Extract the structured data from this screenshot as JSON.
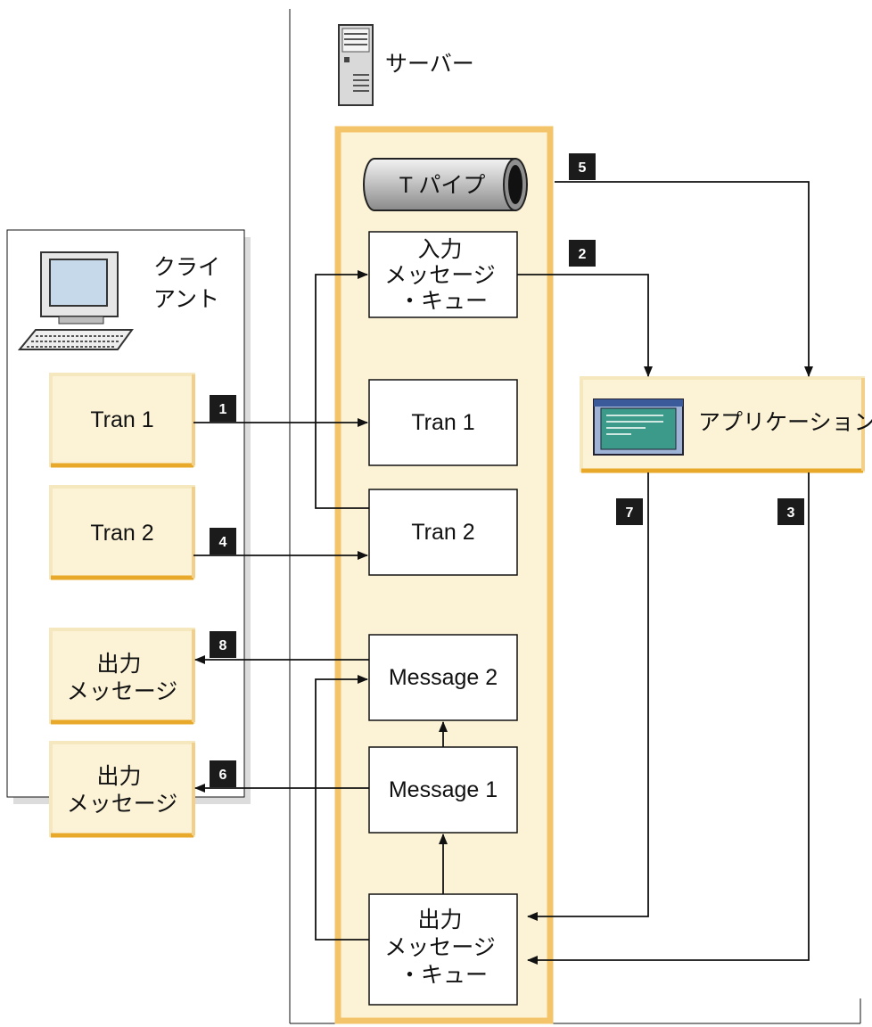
{
  "server": {
    "label": "サーバー",
    "icon": "server-tower-icon"
  },
  "client": {
    "label_lines": [
      "クライ",
      "アント"
    ],
    "icon": "desktop-computer-icon"
  },
  "tpipe": {
    "label": "T パイプ",
    "icon": "pipe-icon"
  },
  "application": {
    "label": "アプリケーション",
    "icon": "application-window-icon"
  },
  "client_boxes": {
    "tran1": "Tran 1",
    "tran2": "Tran 2",
    "out1": [
      "出力",
      "メッセージ"
    ],
    "out2": [
      "出力",
      "メッセージ"
    ]
  },
  "server_boxes": {
    "input_queue": [
      "入力",
      "メッセージ",
      "・キュー"
    ],
    "tran1": "Tran 1",
    "tran2": "Tran 2",
    "message2": "Message 2",
    "message1": "Message 1",
    "output_queue": [
      "出力",
      "メッセージ",
      "・キュー"
    ]
  },
  "steps": [
    "1",
    "2",
    "3",
    "4",
    "5",
    "6",
    "7",
    "8"
  ],
  "colors": {
    "box_fill": "#fcf3d7",
    "box_edge_light": "#fdf6e0",
    "box_edge_dark": "#e8a92a",
    "server_panel": "#fcf3d7",
    "server_panel_border": "#f3c46a",
    "badge": "#1b1b1b",
    "screen": "#3c9a8a"
  }
}
